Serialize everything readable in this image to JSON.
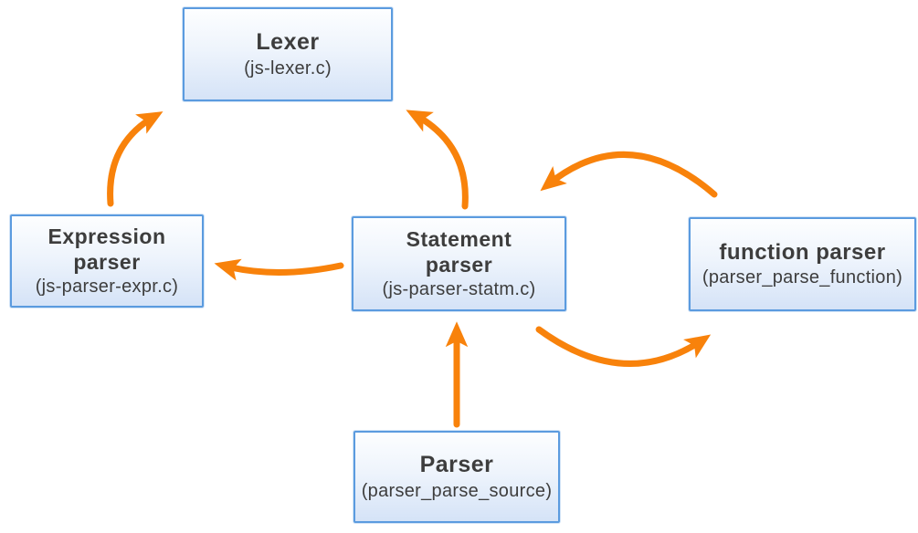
{
  "diagram": {
    "description": "Parser architecture call diagram",
    "nodes": {
      "lexer": {
        "title": "Lexer",
        "subtitle": "(js-lexer.c)"
      },
      "expression_parser": {
        "title_line1": "Expression",
        "title_line2": "parser",
        "subtitle": "(js-parser-expr.c)"
      },
      "statement_parser": {
        "title_line1": "Statement",
        "title_line2": "parser",
        "subtitle": "(js-parser-statm.c)"
      },
      "function_parser": {
        "title": "function parser",
        "subtitle": "(parser_parse_function)"
      },
      "parser": {
        "title": "Parser",
        "subtitle": "(parser_parse_source)"
      }
    },
    "edges": [
      {
        "from": "Expression parser",
        "to": "Lexer"
      },
      {
        "from": "Statement parser",
        "to": "Lexer"
      },
      {
        "from": "Statement parser",
        "to": "Expression parser"
      },
      {
        "from": "function parser",
        "to": "Statement parser"
      },
      {
        "from": "Statement parser",
        "to": "function parser"
      },
      {
        "from": "Parser",
        "to": "Statement parser"
      }
    ],
    "colors": {
      "arrow": "#F8820B",
      "box_border": "#5B9BDF",
      "box_fill_top": "#FDFEFF",
      "box_fill_bottom": "#D5E3F7",
      "text": "#3D3D3D"
    }
  }
}
